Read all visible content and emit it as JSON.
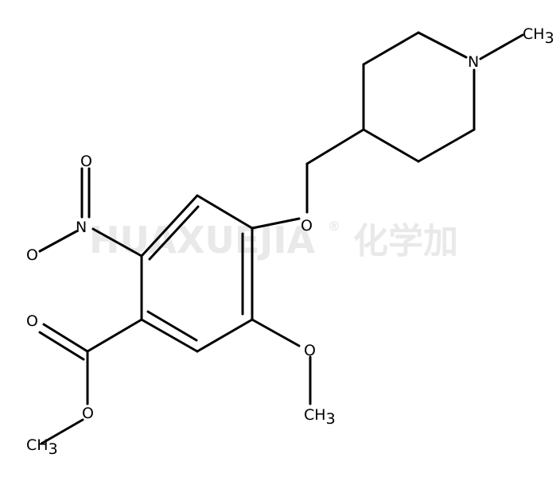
{
  "watermark": {
    "brand": "HUAXUEJIA",
    "registered": "®",
    "cn": "化学加",
    "color": "#e9e9e9"
  },
  "labels": {
    "ch3_methyl_n": "CH",
    "ch3_methoxy": "CH",
    "ch3_ester": "CH",
    "subscript_3": "3",
    "n_piperidine": "N",
    "n_nitro": "N",
    "o_nitro_top": "O",
    "o_nitro_left": "O",
    "o_ether": "O",
    "o_methoxy": "O",
    "o_carbonyl": "O",
    "o_ester": "O"
  },
  "colors": {
    "bond": "#000000",
    "text": "#000000",
    "background": "#ffffff"
  }
}
